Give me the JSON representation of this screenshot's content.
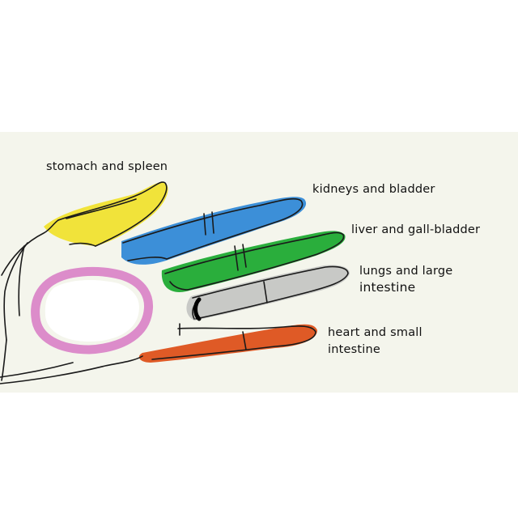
{
  "labels": {
    "thumb": "stomach and spleen",
    "index": "kidneys and bladder",
    "middle": "liver and gall-bladder",
    "ring_line1": "lungs and large",
    "ring_line2": "intestine",
    "little_line1": "heart and small",
    "little_line2": "intestine"
  },
  "colors": {
    "background": "#f4f5ec",
    "thumb": "#f1e33a",
    "index": "#3c8fd8",
    "middle": "#2aae3c",
    "ring": "#c8c9c6",
    "little": "#df5a26",
    "palm_ring": "#d779c4"
  }
}
